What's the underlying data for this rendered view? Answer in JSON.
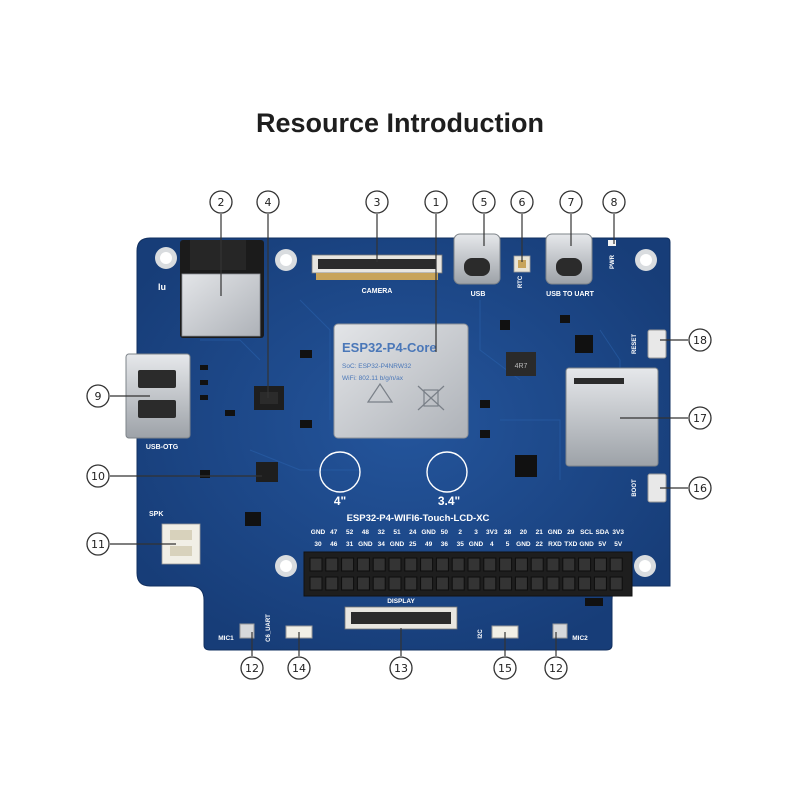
{
  "title": "Resource Introduction",
  "board": {
    "module_name": "ESP32-P4-Core",
    "module_soc": "SoC: ESP32-P4NRW32",
    "module_wifi": "WiFi: 802.11 b/g/n/ax",
    "board_name": "ESP32-P4-WIFI6-Touch-LCD-XC",
    "size_4": "4\"",
    "size_34": "3.4\"",
    "inductor_mark": "4R7",
    "pin_top_row": [
      "GND",
      "47",
      "52",
      "48",
      "32",
      "51",
      "24",
      "GND",
      "50",
      "2",
      "3",
      "3V3",
      "28",
      "20",
      "21",
      "GND",
      "29",
      "SCL",
      "SDA",
      "3V3"
    ],
    "pin_bottom_row": [
      "30",
      "46",
      "31",
      "GND",
      "34",
      "GND",
      "25",
      "49",
      "36",
      "35",
      "GND",
      "4",
      "5",
      "GND",
      "22",
      "RXD",
      "TXD",
      "GND",
      "5V",
      "5V"
    ]
  },
  "silkscreen": {
    "camera": "CAMERA",
    "usb": "USB",
    "rtc": "RTC",
    "usb_to_uart": "USB TO UART",
    "pwr": "PWR",
    "reset": "RESET",
    "boot": "BOOT",
    "usb_otg": "USB-OTG",
    "spk": "SPK",
    "display": "DISPLAY",
    "mic1": "MIC1",
    "mic2": "MIC2",
    "c6_uart": "C6_UART",
    "i2c": "I2C",
    "lu": "lu"
  },
  "callouts": [
    {
      "id": "1",
      "label": "①"
    },
    {
      "id": "2",
      "label": "②"
    },
    {
      "id": "3",
      "label": "③"
    },
    {
      "id": "4",
      "label": "④"
    },
    {
      "id": "5",
      "label": "⑤"
    },
    {
      "id": "6",
      "label": "⑥"
    },
    {
      "id": "7",
      "label": "⑦"
    },
    {
      "id": "8",
      "label": "⑧"
    },
    {
      "id": "9",
      "label": "⑨"
    },
    {
      "id": "10",
      "label": "⑩"
    },
    {
      "id": "11",
      "label": "⑪"
    },
    {
      "id": "12a",
      "label": "⑫"
    },
    {
      "id": "12b",
      "label": "⑫"
    },
    {
      "id": "13",
      "label": "⑬"
    },
    {
      "id": "14",
      "label": "⑭"
    },
    {
      "id": "15",
      "label": "⑮"
    },
    {
      "id": "16",
      "label": "⑯"
    },
    {
      "id": "17",
      "label": "⑰"
    },
    {
      "id": "18",
      "label": "⑱"
    }
  ],
  "colors": {
    "pcb": "#1e4a8c",
    "pcb_dark": "#163a72",
    "silver": "#c9ccd0",
    "gold": "#c8a45a",
    "header": "#222222"
  }
}
